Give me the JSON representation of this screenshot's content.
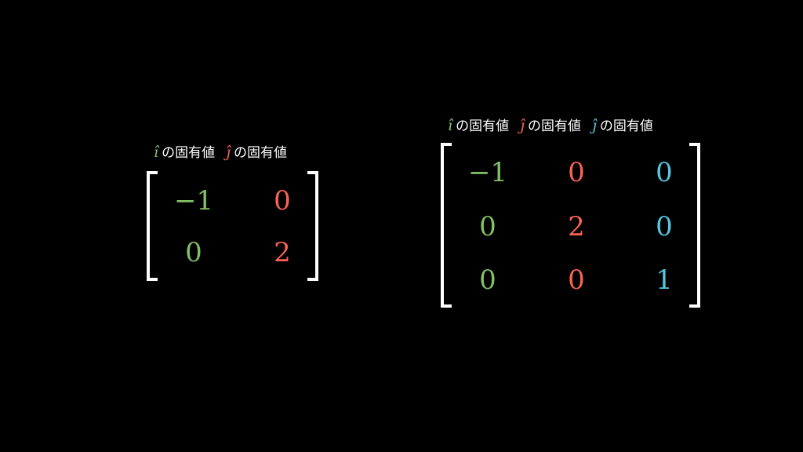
{
  "colors": {
    "green": "#83c167",
    "red": "#fc6255",
    "blue": "#58c4dd",
    "background": "#000000",
    "text": "#ffffff"
  },
  "matrix_2x2": {
    "headers": [
      {
        "vec": "î",
        "text": "の固有値",
        "color": "green"
      },
      {
        "vec": "ĵ",
        "text": "の固有値",
        "color": "red"
      }
    ],
    "rows": [
      [
        "−1",
        "0"
      ],
      [
        "0",
        "2"
      ]
    ]
  },
  "matrix_3x3": {
    "headers": [
      {
        "vec": "î",
        "text": "の固有値",
        "color": "green"
      },
      {
        "vec": "ĵ",
        "text": "の固有値",
        "color": "red"
      },
      {
        "vec": "ĵ",
        "text": "の固有値",
        "color": "blue"
      }
    ],
    "rows": [
      [
        "−1",
        "0",
        "0"
      ],
      [
        "0",
        "2",
        "0"
      ],
      [
        "0",
        "0",
        "1"
      ]
    ]
  }
}
